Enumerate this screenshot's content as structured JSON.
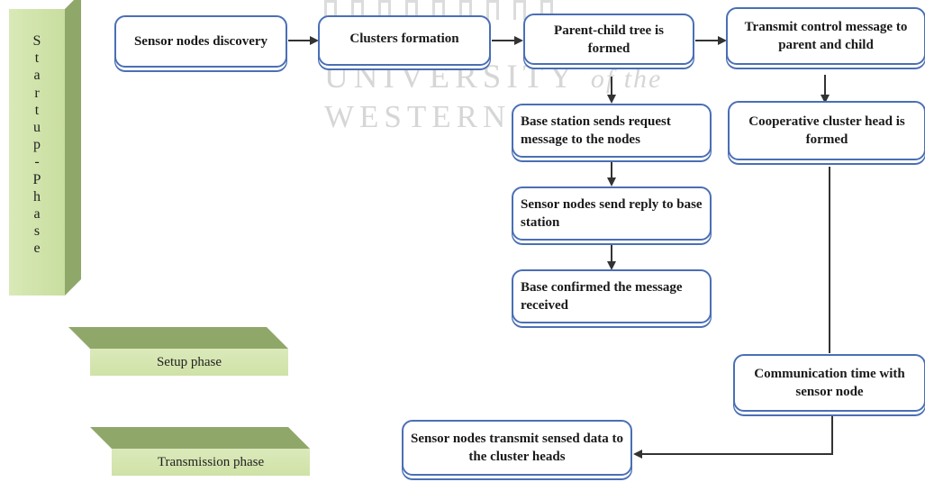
{
  "watermark": {
    "line1": "UNIVERSITY",
    "line1_italic": "of the",
    "line2": "WESTERN CAPE"
  },
  "startup_phase": {
    "label": "Startup-Phase",
    "letters": [
      "S",
      "t",
      "a",
      "r",
      "t",
      "u",
      "p",
      "-",
      "P",
      "h",
      "a",
      "s",
      "e"
    ]
  },
  "legend": {
    "setup": "Setup phase",
    "transmission": "Transmission phase"
  },
  "nodes": {
    "discovery": "Sensor nodes discovery",
    "clusters": "Clusters formation",
    "tree": "Parent-child tree is formed",
    "transmit_control": "Transmit control message to parent and child",
    "base_request": "Base station sends request message to the nodes",
    "cooperative": "Cooperative cluster head is formed",
    "reply": "Sensor nodes send reply to base station",
    "confirmed": "Base confirmed the message received",
    "communication": "Communication time with sensor node",
    "transmit_sensed": "Sensor nodes transmit sensed data to the cluster heads"
  },
  "colors": {
    "box_border": "#4a6fb5",
    "phase_green": "#d9e9b7",
    "phase_edge": "#8fa86a",
    "arrow": "#333333"
  }
}
